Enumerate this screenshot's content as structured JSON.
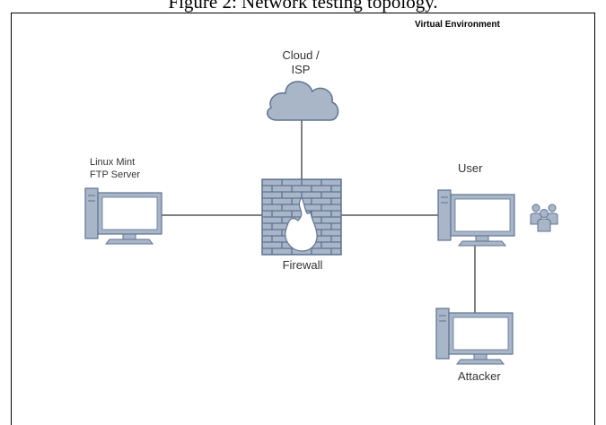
{
  "caption": "Figure 2: Network testing topology.",
  "environment_label": "Virtual Environment",
  "nodes": {
    "cloud": {
      "label_line1": "Cloud /",
      "label_line2": "ISP",
      "icon": "cloud-icon"
    },
    "server": {
      "label_line1": "Linux Mint",
      "label_line2": "FTP Server",
      "icon": "desktop-computer-icon"
    },
    "firewall": {
      "label": "Firewall",
      "icon": "firewall-icon"
    },
    "user": {
      "label": "User",
      "icon": "desktop-computer-icon",
      "badge_icon": "users-group-icon"
    },
    "attacker": {
      "label": "Attacker",
      "icon": "desktop-computer-icon"
    }
  },
  "colors": {
    "icon_fill": "#a8b6c8",
    "icon_stroke": "#5f7391",
    "screen": "#ffffff",
    "line": "#000000"
  }
}
